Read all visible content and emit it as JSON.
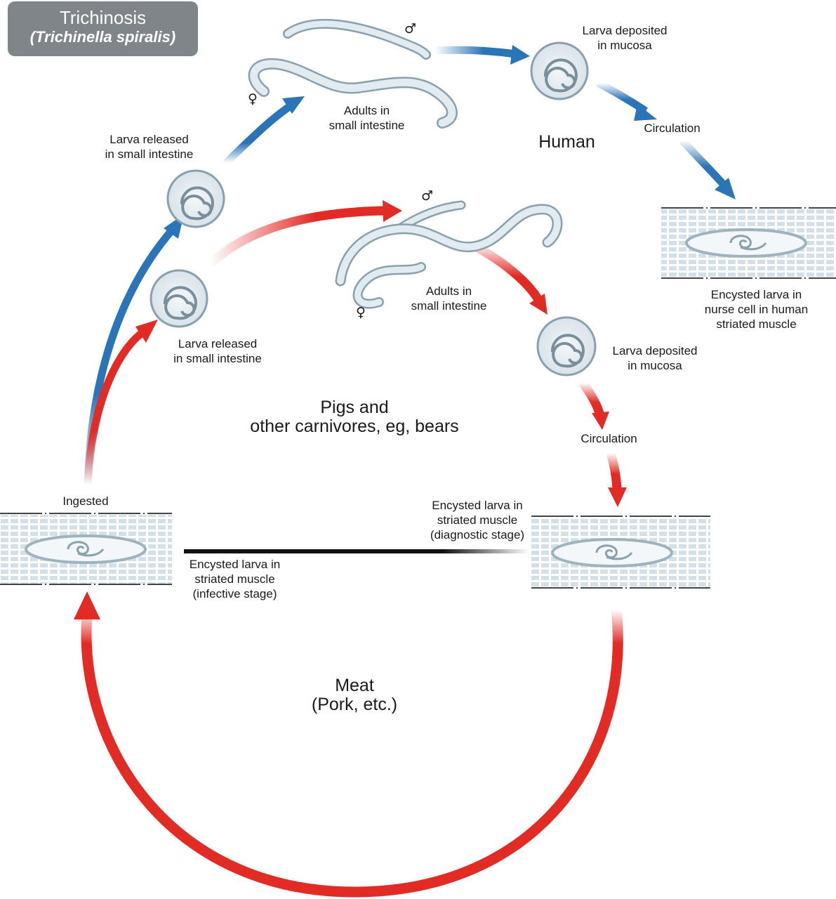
{
  "title": {
    "main": "Trichinosis",
    "species": "(Trichinella spiralis)"
  },
  "hosts": {
    "human": "Human",
    "animals": [
      "Pigs and",
      "other carnivores, eg, bears"
    ],
    "meat": [
      "Meat",
      "(Pork, etc.)"
    ]
  },
  "human_cycle": {
    "larva_released": [
      "Larva released",
      "in small intestine"
    ],
    "adults": [
      "Adults in",
      "small intestine"
    ],
    "larva_deposited": [
      "Larva deposited",
      "in mucosa"
    ],
    "circulation": "Circulation",
    "encysted": [
      "Encysted larva in",
      "nurse cell in human",
      "striated muscle"
    ]
  },
  "animal_cycle": {
    "larva_released": [
      "Larva released",
      "in small intestine"
    ],
    "adults": [
      "Adults in",
      "small intestine"
    ],
    "larva_deposited": [
      "Larva deposited",
      "in mucosa"
    ],
    "circulation": "Circulation",
    "encysted_diagnostic": [
      "Encysted larva in",
      "striated muscle",
      "(diagnostic stage)"
    ]
  },
  "ingested": "Ingested",
  "encysted_infective": [
    "Encysted larva in",
    "striated muscle",
    "(infective stage)"
  ],
  "symbols": {
    "male": "♂",
    "female": "♀"
  },
  "colors": {
    "human_arrow": "#2a74b8",
    "animal_arrow": "#e32b25",
    "title_box": "#7f8589",
    "muscle": "#c9d8e0",
    "worm": "#d6e3ea"
  }
}
